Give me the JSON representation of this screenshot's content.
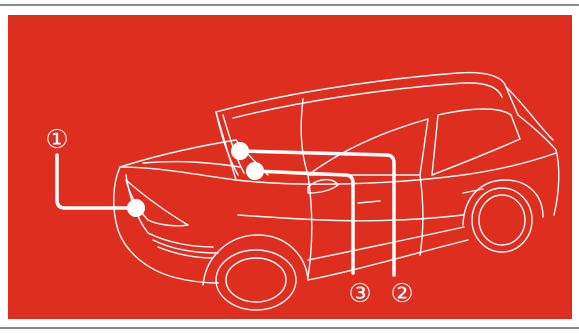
{
  "colors": {
    "background": "#dd2e1f",
    "line": "#ffffff",
    "rule": "#8a8a8a"
  },
  "callouts": [
    {
      "number": "①"
    },
    {
      "number": "②"
    },
    {
      "number": "③"
    }
  ]
}
